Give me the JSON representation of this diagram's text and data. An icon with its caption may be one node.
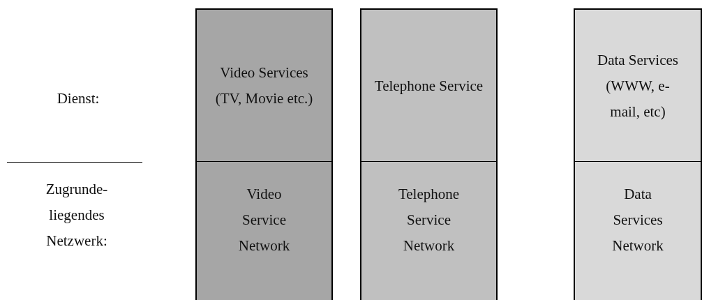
{
  "diagram": {
    "nodes": [
      {
        "text": [
          "Video Services (TV, Movie etc.)"
        ]
      },
      {
        "text": [
          "Telephone Service"
        ]
      },
      {
        "text": [
          "Data Services (WWW, e-mail, etc)"
        ]
      },
      {
        "text": [
          "Video Service Network"
        ]
      },
      {
        "text": [
          "Telephone Service Network"
        ]
      },
      {
        "text": [
          "Data Services Network"
        ]
      }
    ],
    "labels": [
      "Dienst:",
      "Zugrunde- liegendes Netzwerk:"
    ]
  }
}
